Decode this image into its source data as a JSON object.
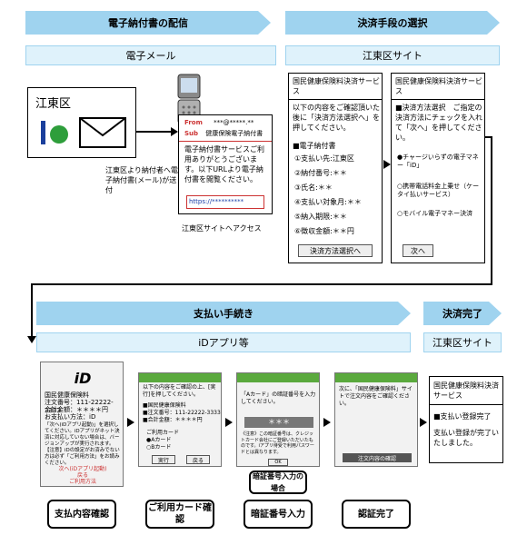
{
  "banners": {
    "delivery": "電子納付書の配信",
    "payment_select": "決済手段の選択",
    "payment_proc": "支払い手続き",
    "complete": "決済完了"
  },
  "subbars": {
    "email": "電子メール",
    "koto_site_1": "江東区サイト",
    "id_app": "iDアプリ等",
    "koto_site_2": "江東区サイト"
  },
  "koto_ward": {
    "name": "江東区",
    "send_note": "江東区より納付者へ電子納付書(メール)が送付"
  },
  "mail": {
    "from_label": "From",
    "from_value": "***@*****.**",
    "sub_label": "Sub",
    "sub_value": "健康保険電子納付書",
    "body": "電子納付書サービスご利用ありがとうございます。以下URLより電子納付書を閲覧ください。",
    "url": "https://**********"
  },
  "access_note": "江東区サイトへアクセス",
  "site_panel1": {
    "title": "国民健康保険料決済サービス",
    "intro": "以下の内容をご確認頂いた後に「決済方法選択へ」を押してください。",
    "section": "■電子納付書",
    "items": [
      "①支払い先:江東区",
      "②納付番号:＊＊",
      "③氏名:＊＊",
      "④支払い対象月:＊＊",
      "⑤納入期限:＊＊",
      "⑥徴収金額:＊＊円"
    ],
    "button": "決済方法選択へ"
  },
  "site_panel2": {
    "title": "国民健康保険料決済サービス",
    "intro": "■決済方法選択　ご指定の決済方法にチェックを入れて「次へ」を押してください。",
    "options": [
      "●チャージいらずの電子マネー「iD」",
      "○携帯電話料金上乗せ（ケータイ払いサービス）",
      "○モバイル電子マネー決済"
    ],
    "button": "次へ"
  },
  "phones": {
    "p1": {
      "logo": "iD",
      "lines": [
        "国民健康保険料",
        "注文番号：111-22222-3333",
        "合計金額：＊＊＊＊円",
        "お支払い方法：iD"
      ],
      "note": "「次へ(iDアプリ起動)」を選択してください。iDアプリがネット決済に対応していない場合は、バージョンアップが実行されます。",
      "note2": "【注意】iDの設定がお済みでない方は必ず「ご利用方法」をお読みください。",
      "links": [
        "次へ(iDアプリ起動)",
        "戻る",
        "ご利用方法"
      ]
    },
    "p2": {
      "intro": "以下の内容をご確認の上、[実行]を押してください。",
      "lines": [
        "■国民健康保険料",
        "■注文番号：111-22222-3333",
        "■合計金額：＊＊＊＊円"
      ],
      "card_label": "ご利用カード",
      "cards": [
        "●Aカード",
        "○Bカード"
      ],
      "buttons": [
        "実行",
        "戻る"
      ]
    },
    "p3": {
      "intro": "「Aカード」の暗証番号を入力してください。",
      "pin": "＊＊＊",
      "note": "《注意》この暗証番号は、クレジットカード会社にご登録いただいたものです。iアプリ待受で利用パスワードとは異なります。",
      "button": "OK"
    },
    "p4": {
      "intro": "次に、「国民健康保険料」サイトで注文内容をご確認ください。",
      "button": "注文内容の確認"
    }
  },
  "pin_caption": "暗証番号入力の場合",
  "final_panel": {
    "title": "国民健康保険料決済サービス",
    "status": "■支払い登録完了",
    "message": "支払い登録が完了いたしました。"
  },
  "step_labels": [
    "支払内容確認",
    "ご利用カード確認",
    "暗証番号入力",
    "認証完了"
  ]
}
